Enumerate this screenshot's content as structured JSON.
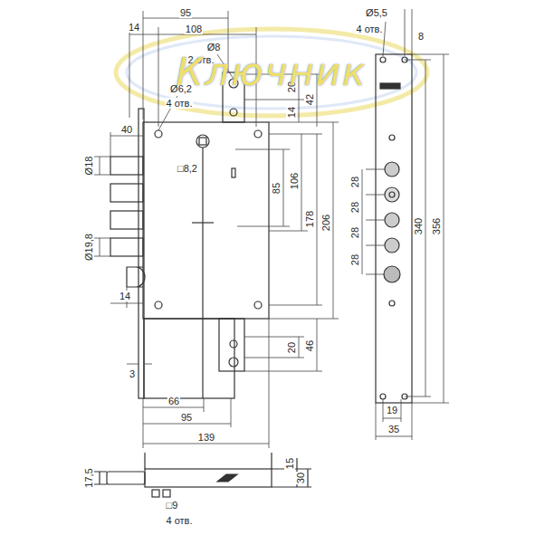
{
  "diagram": {
    "labels": [
      "95",
      "14",
      "108",
      "Ø8",
      "2 отв.",
      "Ø6,2",
      "4 отв.",
      "20",
      "14",
      "42",
      "40",
      "Ø18",
      "□8,2",
      "85",
      "106",
      "178",
      "206",
      "Ø19,8",
      "14",
      "20",
      "46",
      "3",
      "66",
      "95",
      "139",
      "Ø5,5",
      "4 отв.",
      "8",
      "28",
      "28",
      "28",
      "28",
      "340",
      "356",
      "19",
      "35",
      "17,5",
      "15",
      "30",
      "□9",
      "4 отв.",
      "Ключник"
    ]
  }
}
